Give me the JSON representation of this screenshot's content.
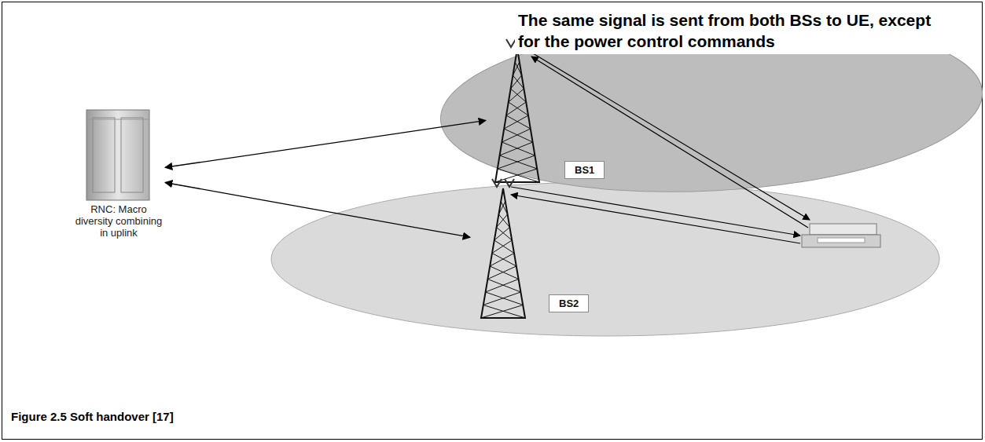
{
  "diagram": {
    "caption": "Figure 2.5 Soft handover [17]",
    "nodes": [
      {
        "text": [
          "RNC: Macro diversity combining in uplink"
        ]
      },
      {
        "text": [
          "BS1"
        ]
      },
      {
        "text": [
          "BS2"
        ]
      }
    ],
    "edges": [
      {
        "from": 0,
        "to": 1,
        "arrow": "both"
      },
      {
        "from": 0,
        "to": 2,
        "arrow": "both"
      }
    ],
    "labels": [
      "The same signal is sent from both BSs to UE, except for the power control commands"
    ]
  }
}
